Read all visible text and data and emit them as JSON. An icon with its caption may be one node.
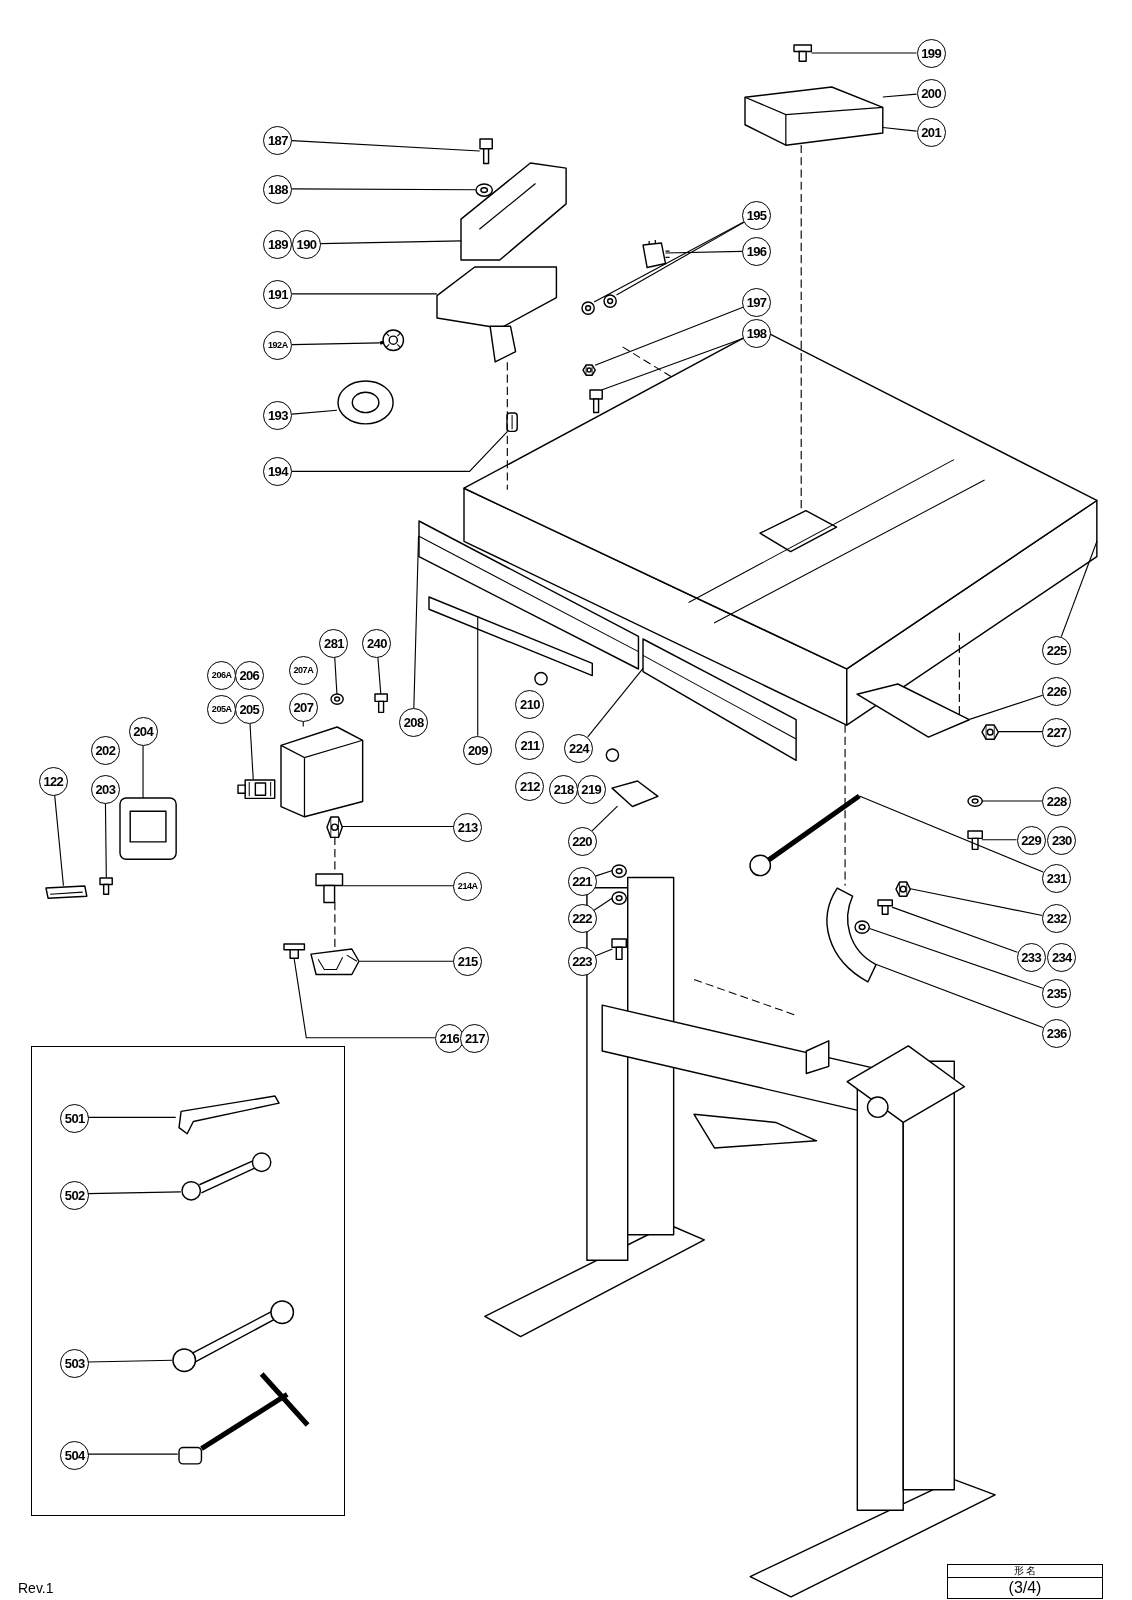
{
  "diagram": {
    "nodes": [
      {
        "text": [
          "187"
        ]
      },
      {
        "text": [
          "188"
        ]
      },
      {
        "text": [
          "190"
        ]
      },
      {
        "text": [
          "191"
        ]
      },
      {
        "text": [
          "192A"
        ]
      },
      {
        "text": [
          "193"
        ]
      },
      {
        "text": [
          "194"
        ]
      },
      {
        "text": [
          "195"
        ]
      },
      {
        "text": [
          "196"
        ]
      },
      {
        "text": [
          "197"
        ]
      },
      {
        "text": [
          "198"
        ]
      },
      {
        "text": [
          "199"
        ]
      },
      {
        "text": [
          "200"
        ]
      },
      {
        "text": [
          "201"
        ]
      },
      {
        "text": [
          "225"
        ]
      },
      {
        "text": [
          "226"
        ]
      },
      {
        "text": [
          "227"
        ]
      },
      {
        "text": [
          "228"
        ]
      },
      {
        "text": [
          "229"
        ]
      },
      {
        "text": [
          "231"
        ]
      },
      {
        "text": [
          "232"
        ]
      },
      {
        "text": [
          "233"
        ]
      },
      {
        "text": [
          "235"
        ]
      },
      {
        "text": [
          "236"
        ]
      },
      {
        "text": [
          "281"
        ]
      },
      {
        "text": [
          "240"
        ]
      },
      {
        "text": [
          "207"
        ]
      },
      {
        "text": [
          "205"
        ]
      },
      {
        "text": [
          "204"
        ]
      },
      {
        "text": [
          "203"
        ]
      },
      {
        "text": [
          "122"
        ]
      },
      {
        "text": [
          "208"
        ]
      },
      {
        "text": [
          "209"
        ]
      },
      {
        "text": [
          "224"
        ]
      },
      {
        "text": [
          "220"
        ]
      },
      {
        "text": [
          "221"
        ]
      },
      {
        "text": [
          "222"
        ]
      },
      {
        "text": [
          "223"
        ]
      },
      {
        "text": [
          "213"
        ]
      },
      {
        "text": [
          "214A"
        ]
      },
      {
        "text": [
          "215"
        ]
      },
      {
        "text": [
          "216"
        ]
      },
      {
        "text": [],
        "shape": "box"
      },
      {
        "text": [
          "501"
        ],
        "in": 42
      },
      {
        "text": [
          "502"
        ],
        "in": 42
      },
      {
        "text": [
          "503"
        ],
        "in": 42
      },
      {
        "text": [
          "504"
        ],
        "in": 42
      },
      {
        "text": [
          "189"
        ]
      },
      {
        "text": [
          "230"
        ]
      },
      {
        "text": [
          "207A"
        ]
      },
      {
        "text": [
          "206A"
        ]
      },
      {
        "text": [
          "206"
        ]
      },
      {
        "text": [
          "205A"
        ]
      },
      {
        "text": [
          "202"
        ]
      },
      {
        "text": [
          "210"
        ]
      },
      {
        "text": [
          "211"
        ]
      },
      {
        "text": [
          "212"
        ]
      },
      {
        "text": [
          "218"
        ]
      },
      {
        "text": [
          "219"
        ]
      },
      {
        "text": [
          "234"
        ]
      },
      {
        "text": [
          "217"
        ]
      },
      {
        "text": [],
        "shape": "picture"
      },
      {
        "text": [],
        "shape": "picture"
      },
      {
        "text": [],
        "shape": "picture"
      },
      {
        "text": [],
        "shape": "picture"
      },
      {
        "text": [],
        "shape": "picture"
      },
      {
        "text": [],
        "shape": "picture"
      },
      {
        "text": [],
        "shape": "picture"
      },
      {
        "text": [],
        "shape": "picture"
      },
      {
        "text": [],
        "shape": "picture"
      },
      {
        "text": [],
        "shape": "picture"
      },
      {
        "text": [],
        "shape": "picture"
      },
      {
        "text": [],
        "shape": "picture"
      },
      {
        "text": [],
        "shape": "picture"
      },
      {
        "text": [],
        "shape": "picture"
      },
      {
        "text": [],
        "shape": "picture"
      },
      {
        "text": [],
        "shape": "picture"
      },
      {
        "text": [],
        "shape": "picture"
      },
      {
        "text": [],
        "shape": "picture"
      },
      {
        "text": [],
        "shape": "picture"
      },
      {
        "text": [],
        "shape": "picture"
      },
      {
        "text": [],
        "shape": "picture"
      },
      {
        "text": [],
        "shape": "picture"
      },
      {
        "text": [],
        "shape": "picture"
      },
      {
        "text": [],
        "shape": "picture"
      },
      {
        "text": [],
        "shape": "picture"
      },
      {
        "text": [],
        "shape": "picture"
      },
      {
        "text": [],
        "shape": "picture"
      },
      {
        "text": [],
        "shape": "picture"
      },
      {
        "text": [],
        "shape": "picture"
      },
      {
        "text": [],
        "shape": "picture"
      },
      {
        "text": [],
        "shape": "picture"
      },
      {
        "text": [],
        "shape": "picture"
      },
      {
        "text": [],
        "shape": "picture"
      },
      {
        "text": [],
        "shape": "picture"
      },
      {
        "text": [],
        "shape": "picture"
      },
      {
        "text": [],
        "shape": "picture"
      },
      {
        "text": [],
        "shape": "picture"
      },
      {
        "text": [],
        "shape": "picture"
      },
      {
        "text": [],
        "shape": "picture"
      },
      {
        "text": [],
        "shape": "picture"
      },
      {
        "text": [],
        "shape": "picture"
      },
      {
        "text": [],
        "shape": "picture"
      },
      {
        "text": [],
        "shape": "picture",
        "in": 42
      },
      {
        "text": [],
        "shape": "picture",
        "in": 42
      },
      {
        "text": [],
        "shape": "picture",
        "in": 42
      },
      {
        "text": [],
        "shape": "picture",
        "in": 42
      }
    ],
    "edges": [
      {
        "from": 0,
        "to": 61,
        "arrow": "none"
      },
      {
        "from": 1,
        "to": 62,
        "arrow": "none"
      },
      {
        "from": 2,
        "to": 63,
        "arrow": "none"
      },
      {
        "from": 3,
        "to": 64,
        "arrow": "none"
      },
      {
        "from": 4,
        "to": 65,
        "arrow": "none"
      },
      {
        "from": 5,
        "to": 66,
        "arrow": "none"
      },
      {
        "from": 6,
        "to": 67,
        "arrow": "none"
      },
      {
        "from": 7,
        "to": 68,
        "arrow": "none"
      },
      {
        "from": 7,
        "to": 69,
        "arrow": "none"
      },
      {
        "from": 8,
        "to": 70,
        "arrow": "none"
      },
      {
        "from": 9,
        "to": 71,
        "arrow": "none"
      },
      {
        "from": 10,
        "to": 72,
        "arrow": "none"
      },
      {
        "from": 11,
        "to": 73,
        "arrow": "none"
      },
      {
        "from": 12,
        "to": 74,
        "arrow": "none"
      },
      {
        "from": 13,
        "to": 74,
        "arrow": "none"
      },
      {
        "from": 14,
        "to": 75,
        "arrow": "none"
      },
      {
        "from": 15,
        "to": 76,
        "arrow": "none"
      },
      {
        "from": 16,
        "to": 77,
        "arrow": "none"
      },
      {
        "from": 17,
        "to": 78,
        "arrow": "none"
      },
      {
        "from": 18,
        "to": 79,
        "arrow": "none"
      },
      {
        "from": 19,
        "to": 80,
        "arrow": "none"
      },
      {
        "from": 20,
        "to": 81,
        "arrow": "none"
      },
      {
        "from": 21,
        "to": 82,
        "arrow": "none"
      },
      {
        "from": 22,
        "to": 83,
        "arrow": "none"
      },
      {
        "from": 23,
        "to": 84,
        "arrow": "none"
      },
      {
        "from": 24,
        "to": 85,
        "arrow": "none"
      },
      {
        "from": 25,
        "to": 86,
        "arrow": "none"
      },
      {
        "from": 26,
        "to": 87,
        "arrow": "none"
      },
      {
        "from": 27,
        "to": 88,
        "arrow": "none"
      },
      {
        "from": 28,
        "to": 89,
        "arrow": "none"
      },
      {
        "from": 29,
        "to": 90,
        "arrow": "none"
      },
      {
        "from": 30,
        "to": 91,
        "arrow": "none"
      },
      {
        "from": 31,
        "to": 92,
        "arrow": "none"
      },
      {
        "from": 32,
        "to": 93,
        "arrow": "none"
      },
      {
        "from": 33,
        "to": 94,
        "arrow": "none"
      },
      {
        "from": 34,
        "to": 95,
        "arrow": "none"
      },
      {
        "from": 35,
        "to": 96,
        "arrow": "none"
      },
      {
        "from": 36,
        "to": 97,
        "arrow": "none"
      },
      {
        "from": 37,
        "to": 98,
        "arrow": "none"
      },
      {
        "from": 38,
        "to": 99,
        "arrow": "none"
      },
      {
        "from": 39,
        "to": 100,
        "arrow": "none"
      },
      {
        "from": 40,
        "to": 101,
        "arrow": "none"
      },
      {
        "from": 41,
        "to": 102,
        "arrow": "none"
      },
      {
        "from": 43,
        "to": 103,
        "arrow": "none"
      },
      {
        "from": 44,
        "to": 104,
        "arrow": "none"
      },
      {
        "from": 45,
        "to": 105,
        "arrow": "none"
      },
      {
        "from": 46,
        "to": 106,
        "arrow": "none"
      },
      {
        "from": 74,
        "to": 75,
        "arrow": "none",
        "style": "dashed"
      },
      {
        "from": 75,
        "to": 84,
        "arrow": "none",
        "style": "dashed"
      },
      {
        "from": 75,
        "to": 76,
        "arrow": "none",
        "style": "dashed"
      },
      {
        "from": 64,
        "to": 75,
        "arrow": "none",
        "style": "dashed"
      },
      {
        "from": 99,
        "to": 100,
        "arrow": "none",
        "style": "dashed"
      },
      {
        "from": 100,
        "to": 101,
        "arrow": "none",
        "style": "dashed"
      }
    ],
    "labels": [
      "Rev.1",
      "形 名",
      "(3/4)"
    ]
  }
}
